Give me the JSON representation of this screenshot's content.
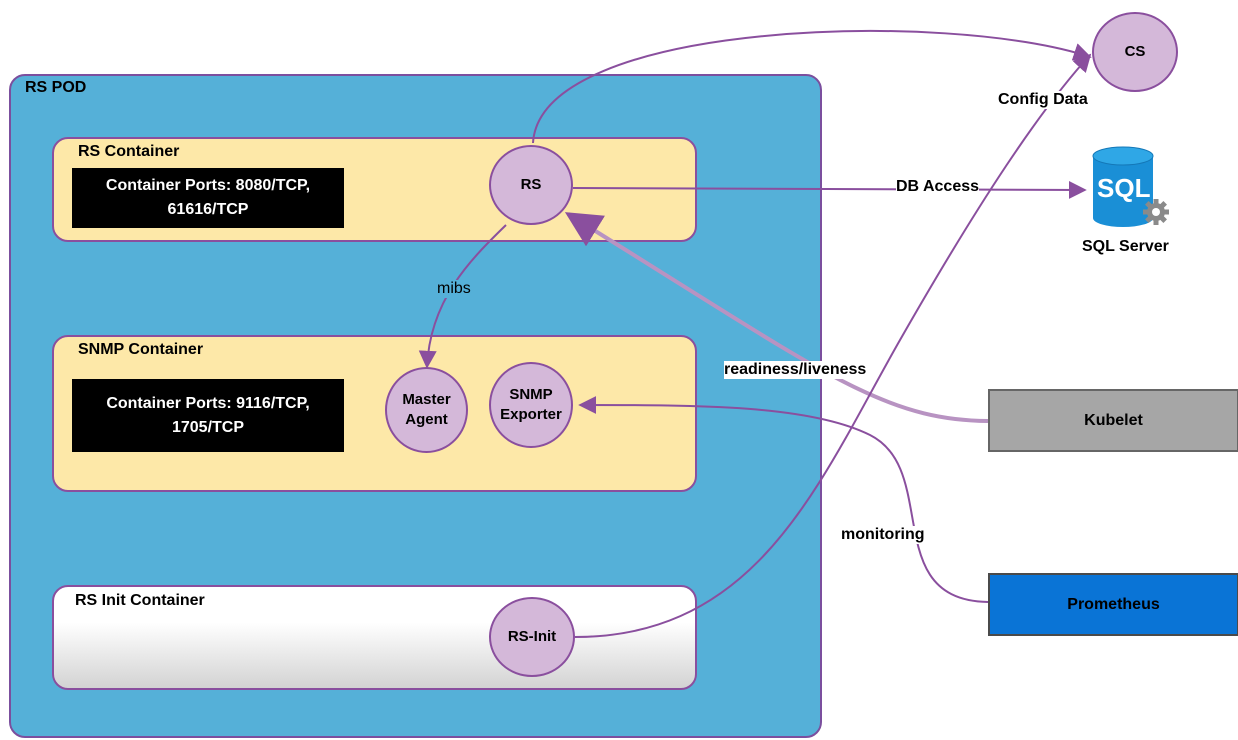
{
  "pod": {
    "label": "RS POD"
  },
  "containers": {
    "rs": {
      "label": "RS Container",
      "ports_line1": "Container Ports: 8080/TCP,",
      "ports_line2": "61616/TCP"
    },
    "snmp": {
      "label": "SNMP Container",
      "ports_line1": "Container Ports: 9116/TCP,",
      "ports_line2": "1705/TCP"
    },
    "init": {
      "label": "RS Init Container"
    }
  },
  "nodes": {
    "rs": "RS",
    "master_agent_line1": "Master",
    "master_agent_line2": "Agent",
    "snmp_exporter_line1": "SNMP",
    "snmp_exporter_line2": "Exporter",
    "rs_init": "RS-Init",
    "cs": "CS"
  },
  "external": {
    "sql_icon_text": "SQL",
    "sql_label": "SQL Server",
    "kubelet": "Kubelet",
    "prometheus": "Prometheus"
  },
  "edges": {
    "config_data": "Config Data",
    "db_access": "DB Access",
    "mibs": "mibs",
    "readiness": "readiness/liveness",
    "monitoring": "monitoring"
  },
  "colors": {
    "pod_fill": "#55b0d8",
    "container_fill": "#fde8a8",
    "node_fill": "#d4b8d9",
    "edge": "#8a4f9e",
    "kubelet_fill": "#a6a6a6",
    "prometheus_fill": "#0a74d6",
    "sql_blue": "#1a8fd6"
  }
}
